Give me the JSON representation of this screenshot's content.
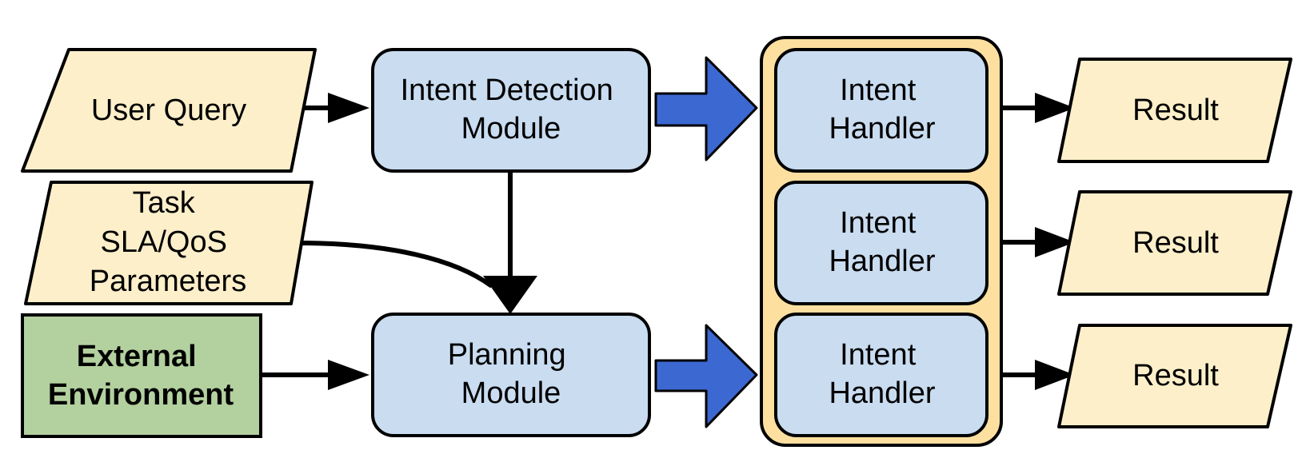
{
  "colors": {
    "input_fill": "#fcefc9",
    "module_fill": "#c9dcf0",
    "env_fill": "#b3d09f",
    "group_fill": "#fde0a0",
    "block_arrow_fill": "#3c68d2",
    "stroke": "#000000"
  },
  "inputs": {
    "user_query": [
      "User Query"
    ],
    "task_params": [
      "Task",
      "SLA/QoS",
      "Parameters"
    ],
    "external_env": [
      "External",
      "Environment"
    ]
  },
  "modules": {
    "intent_detection": [
      "Intent Detection",
      "Module"
    ],
    "planning": [
      "Planning",
      "Module"
    ]
  },
  "handlers": [
    [
      "Intent",
      "Handler"
    ],
    [
      "Intent",
      "Handler"
    ],
    [
      "Intent",
      "Handler"
    ]
  ],
  "results": [
    "Result",
    "Result",
    "Result"
  ]
}
